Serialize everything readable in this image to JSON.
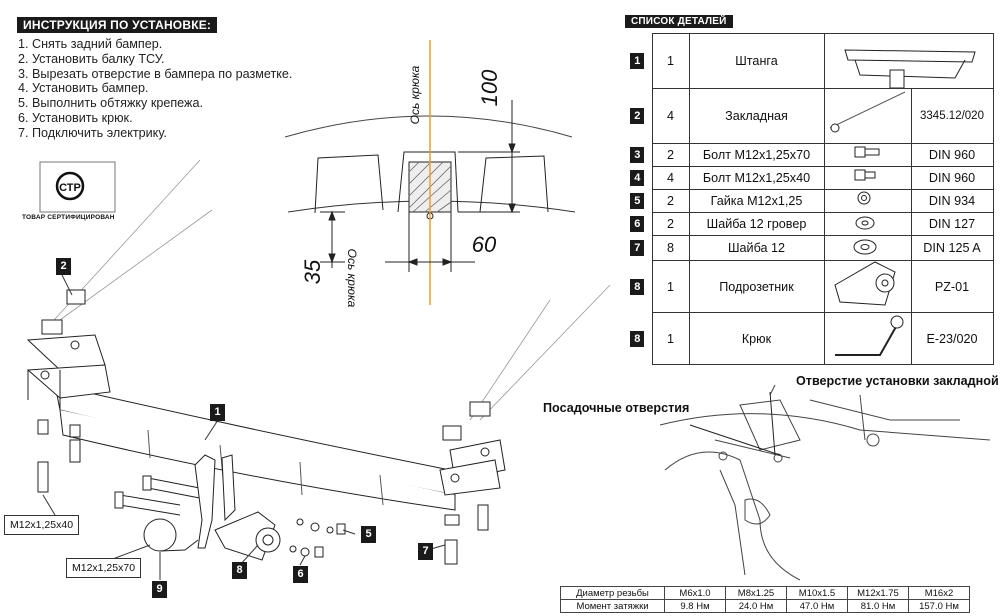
{
  "instructions": {
    "title": "ИНСТРУКЦИЯ ПО УСТАНОВКЕ:",
    "steps": [
      "1. Снять задний бампер.",
      "2. Установить балку ТСУ.",
      "3. Вырезать отверстие в бампера по разметке.",
      "4. Установить бампер.",
      "5. Выполнить обтяжку крепежа.",
      "6. Установить крюк.",
      "7. Подключить электрику."
    ]
  },
  "certification": {
    "caption": "ТОВАР СЕРТИФИЦИРОВАН",
    "mark": "СТР"
  },
  "parts_list": {
    "title": "СПИСОК ДЕТАЛЕЙ",
    "rows": [
      {
        "no": "1",
        "qty": "1",
        "name": "Штанга",
        "spec": ""
      },
      {
        "no": "2",
        "qty": "4",
        "name": "Закладная",
        "spec": "3345.12/020"
      },
      {
        "no": "3",
        "qty": "2",
        "name": "Болт М12х1,25х70",
        "spec": "DIN 960"
      },
      {
        "no": "4",
        "qty": "4",
        "name": "Болт М12х1,25х40",
        "spec": "DIN 960"
      },
      {
        "no": "5",
        "qty": "2",
        "name": "Гайка М12х1,25",
        "spec": "DIN 934"
      },
      {
        "no": "6",
        "qty": "2",
        "name": "Шайба 12 гровер",
        "spec": "DIN 127"
      },
      {
        "no": "7",
        "qty": "8",
        "name": "Шайба 12",
        "spec": "DIN 125 A"
      },
      {
        "no": "8",
        "qty": "1",
        "name": "Подрозетник",
        "spec": "PZ-01"
      },
      {
        "no": "8",
        "qty": "1",
        "name": "Крюк",
        "spec": "E-23/020"
      }
    ]
  },
  "cutout": {
    "dim_100": "100",
    "dim_60": "60",
    "dim_35": "35",
    "axis_top": "Ось крюка",
    "axis_bottom": "Ось крюка"
  },
  "callouts": {
    "c1": "1",
    "c2": "2",
    "c5": "5",
    "c6": "6",
    "c7": "7",
    "c8": "8",
    "c9": "9",
    "bolt40": "M12x1,25x40",
    "bolt70": "M12x1,25x70"
  },
  "details": {
    "hole_title": "Отверстие установки закладной",
    "seat_title": "Посадочные отверстия"
  },
  "torque": {
    "thread_label": "Диаметр резьбы",
    "torque_label": "Момент затяжки",
    "threads": [
      "M6x1.0",
      "M8x1.25",
      "M10x1.5",
      "M12x1.75",
      "M16x2"
    ],
    "values": [
      "9.8 Нм",
      "24.0 Нм",
      "47.0 Нм",
      "81.0 Нм",
      "157.0 Нм"
    ]
  }
}
